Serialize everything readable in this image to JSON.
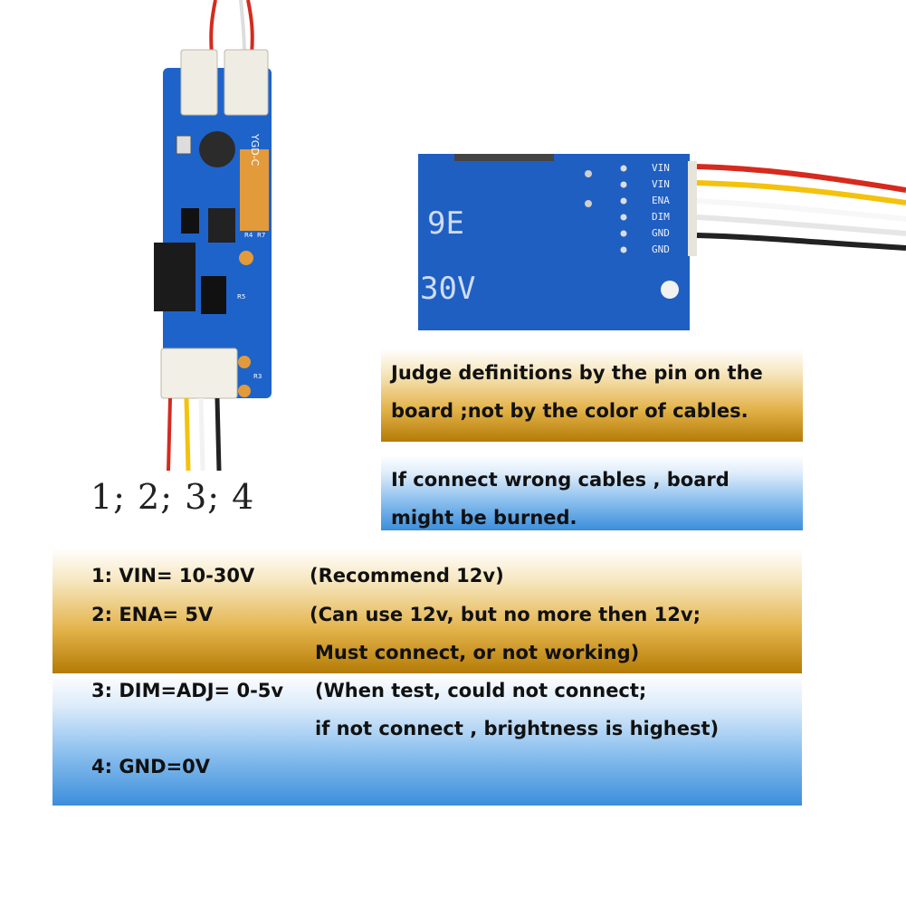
{
  "pin_sequence": "1;  2;  3;  4",
  "board_label_left": "YGD-C",
  "board_labels": {
    "r4": "R4",
    "r7": "R7",
    "r5": "R5",
    "r3": "R3"
  },
  "pin_labels": [
    "VIN",
    "VIN",
    "ENA",
    "DIM",
    "GND",
    "GND"
  ],
  "board_text_fragments": {
    "model_fragment": "9E",
    "voltage_fragment": "30V"
  },
  "cable_colors": [
    "#d62a1e",
    "#f4c20d",
    "#ffffff",
    "#e6e6e6",
    "#222222"
  ],
  "notice_1": {
    "line_1": "Judge definitions by the pin on the",
    "line_2": "board ;not by the color of cables."
  },
  "notice_2": {
    "line_1": "If connect wrong cables , board",
    "line_2": "might be burned."
  },
  "specs": {
    "s1_pin": "1: VIN= 10-30V",
    "s1_note": "(Recommend 12v)",
    "s2_pin": "2: ENA= 5V",
    "s2_note": "(Can use 12v, but no more then 12v;",
    "s2_note_cont": "Must connect, or not working)",
    "s3_pin": "3: DIM=ADJ= 0-5v",
    "s3_note": "(When test, could not connect;",
    "s3_note_cont": "if not connect , brightness is highest)",
    "s4_pin": "4: GND=0V"
  },
  "colors": {
    "board_blue": "#1e63c9",
    "gold_band": "#c98c10",
    "blue_band": "#3b8edb"
  }
}
